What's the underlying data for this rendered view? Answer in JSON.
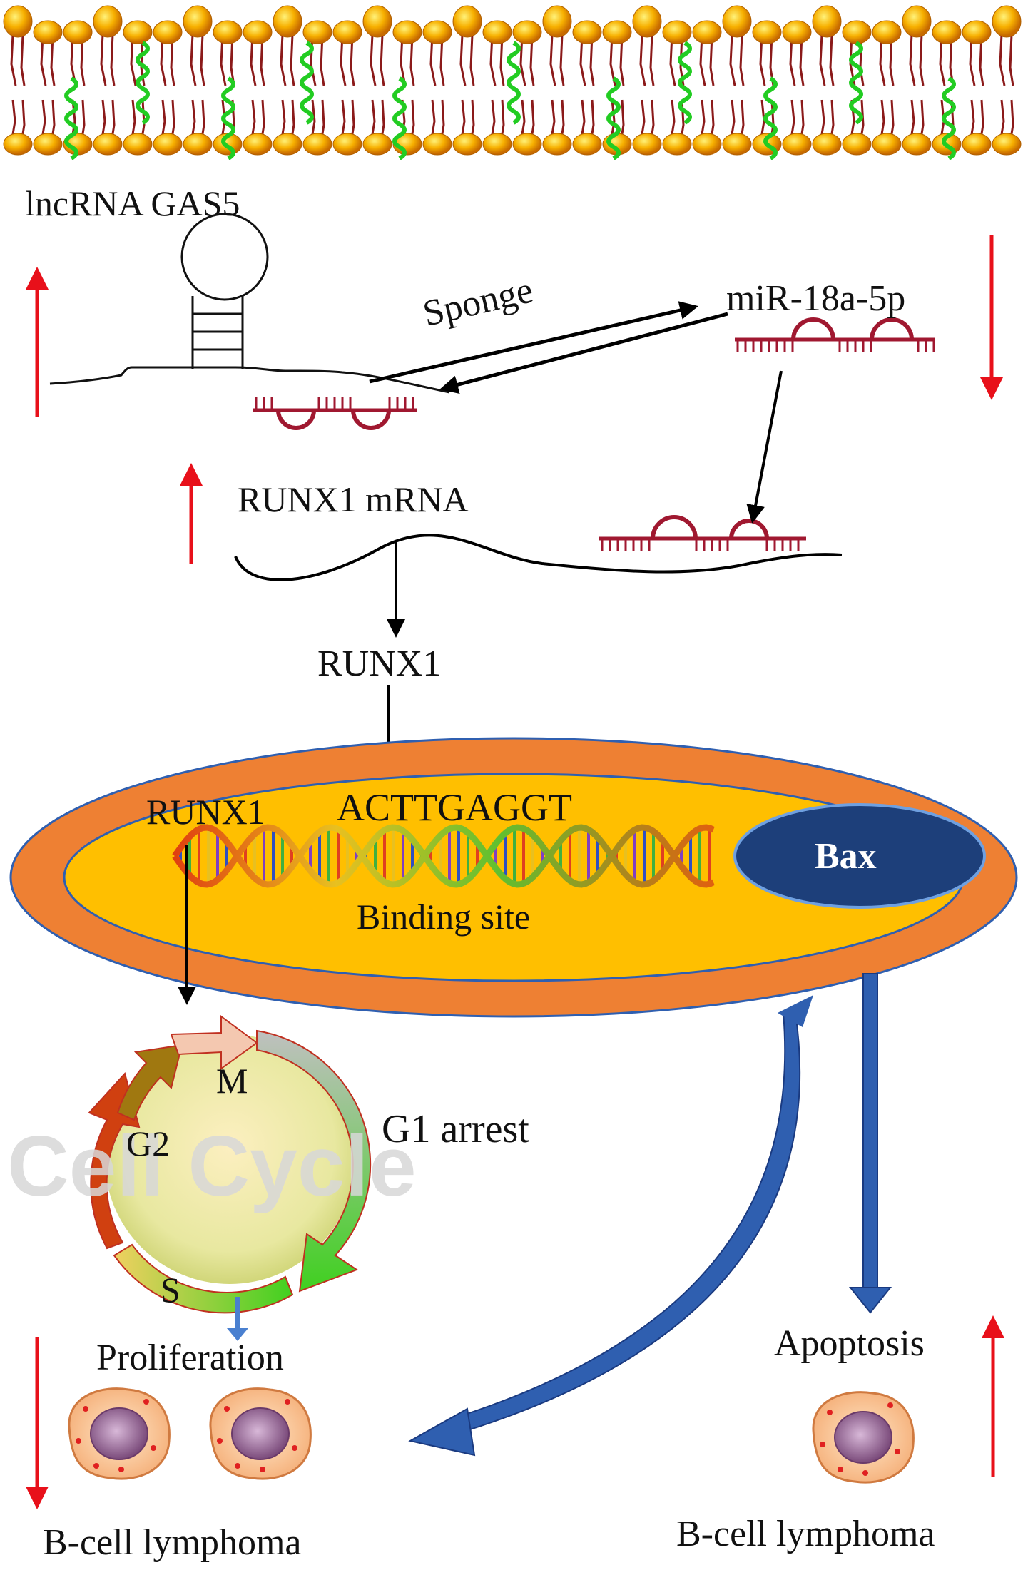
{
  "labels": {
    "lncrna": "lncRNA  GAS5",
    "sponge": "Sponge",
    "mirna": "miR-18a-5p",
    "runx1_mrna": "RUNX1 mRNA",
    "runx1_protein": "RUNX1",
    "runx1_nucleus": "RUNX1",
    "sequence": "ACTTGAGGT",
    "binding_site": "Binding site",
    "bax": "Bax",
    "phase_m": "M",
    "phase_g2": "G2",
    "phase_s": "S",
    "g1_arrest": "G1 arrest",
    "watermark": "Cell Cycle",
    "proliferation": "Proliferation",
    "apoptosis": "Apoptosis",
    "lymphoma_left": "B-cell lymphoma",
    "lymphoma_right": "B-cell lymphoma"
  },
  "colors": {
    "membrane_head": "#f0a500",
    "membrane_tail": "#8b1a1a",
    "membrane_protein": "#22cc22",
    "mirna": "#a01830",
    "up_down_arrow": "#e8101a",
    "nucleus_outer": "#ee8033",
    "nucleus_inner": "#ffbf00",
    "bax_fill": "#1d3f7a",
    "blue_arrow": "#2f5fb0"
  }
}
